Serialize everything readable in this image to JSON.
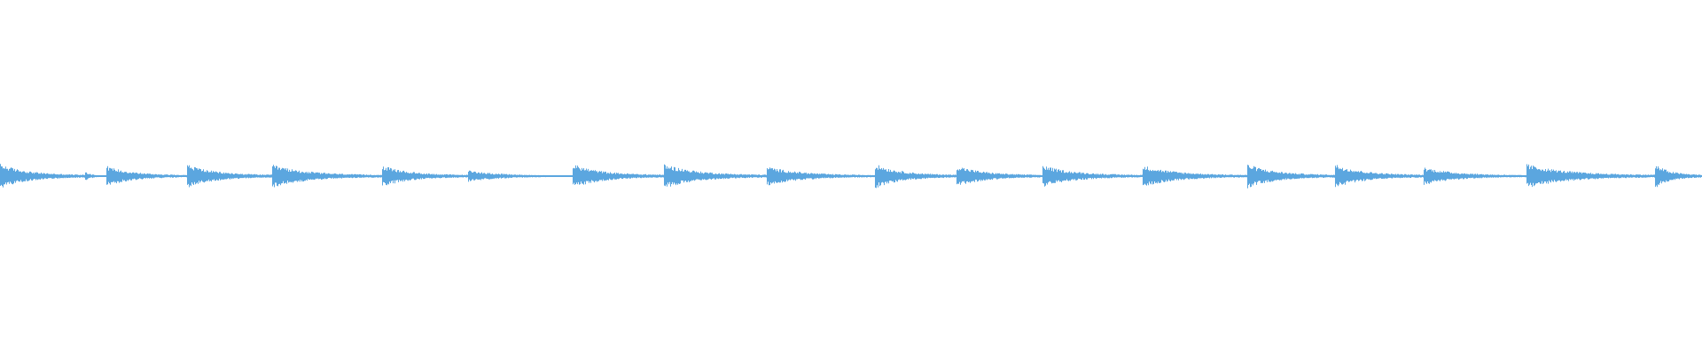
{
  "waveform": {
    "color": "#5ba6df",
    "background": "#ffffff",
    "transient_positions_pct": [
      0.0,
      5.0,
      6.25,
      10.95,
      15.95,
      22.4,
      27.5,
      33.6,
      39.0,
      45.05,
      51.4,
      56.15,
      61.2,
      67.1,
      73.25,
      78.4,
      83.6,
      89.65,
      97.2
    ],
    "transient_peaks": [
      0.95,
      0.35,
      0.8,
      0.95,
      0.9,
      0.85,
      0.45,
      0.95,
      0.95,
      0.75,
      0.95,
      0.85,
      0.85,
      0.85,
      0.95,
      0.95,
      0.7,
      0.95,
      0.95
    ]
  }
}
